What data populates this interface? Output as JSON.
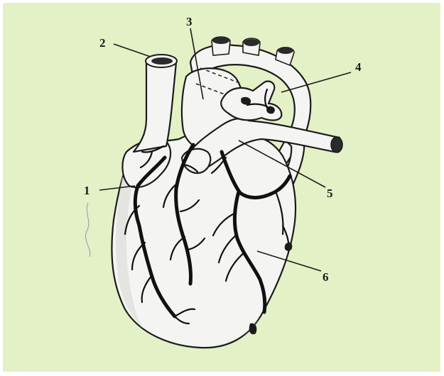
{
  "labels": {
    "l1": "1",
    "l2": "2",
    "l3": "3",
    "l4": "4",
    "l5": "5",
    "l6": "6"
  },
  "colors": {
    "background": "#e4f0c6",
    "ink": "#1b1b1b",
    "tissue": "#f4f4f2"
  }
}
